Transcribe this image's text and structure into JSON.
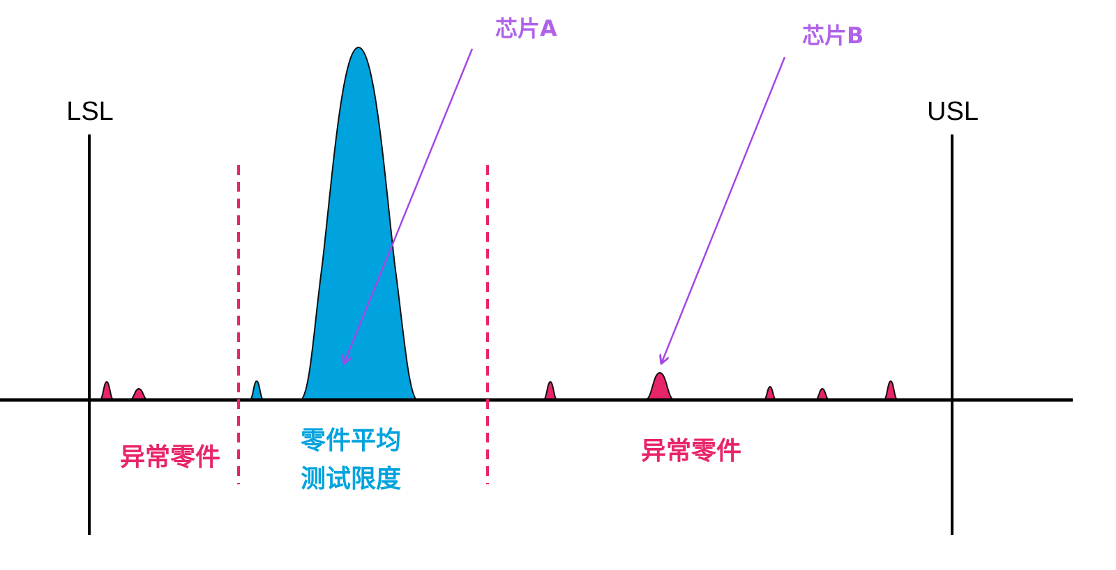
{
  "colors": {
    "normal_parts": "#00a3dd",
    "abnormal_parts": "#e8246a",
    "chip_annotation": "#a347e6",
    "limit_lines": "#000000"
  },
  "labels": {
    "lsl": "LSL",
    "usl": "USL",
    "chip_a": "芯片A",
    "chip_b": "芯片B",
    "abnormal_left": "异常零件",
    "pat_line1": "零件平均",
    "pat_line2": "测试限度",
    "abnormal_right": "异常零件"
  }
}
